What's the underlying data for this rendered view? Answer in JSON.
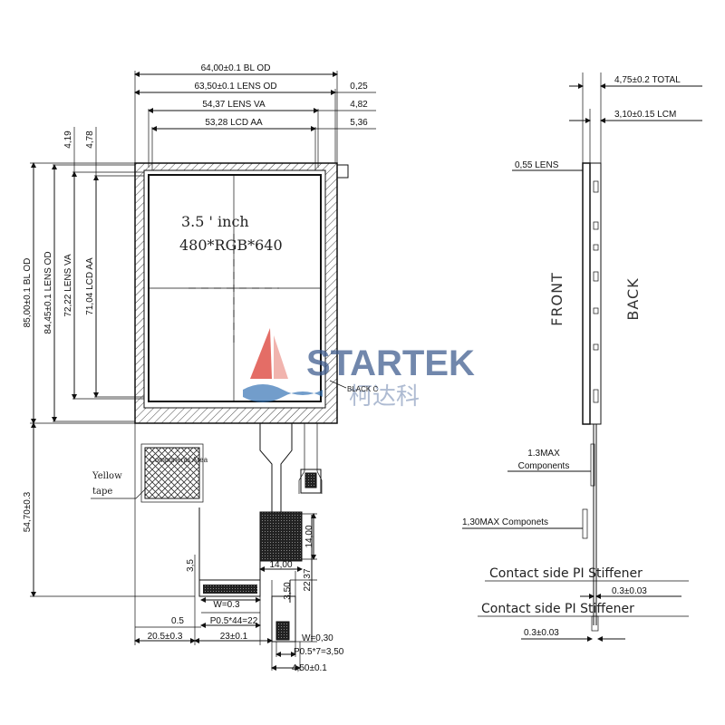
{
  "front_view": {
    "dimensions": {
      "bl_od_width": "64,00±0.1 BL OD",
      "lens_od_width": "63,50±0.1 LENS OD",
      "lens_va_width": "54,37 LENS VA",
      "lcd_aa_width": "53,28 LCD AA",
      "offset_025": "0,25",
      "offset_482": "4,82",
      "offset_536": "5,36",
      "offset_419": "4,19",
      "offset_478": "4,78",
      "bl_od_height": "85,00±0.1 BL OD",
      "lens_od_height": "84,45±0.1 LENS OD",
      "lens_va_height": "72,22 LENS VA",
      "lcd_aa_height": "71,04 LCD AA",
      "fpc_length": "54,70±0.3",
      "dim_35": "3,5",
      "dim_05": "0.5",
      "dim_205": "20.5±0.3",
      "dim_23": "23±0.1",
      "pitch_main": "P0.5*44=22",
      "width_main": "W=0.3",
      "dim_14_v": "14,00",
      "dim_14_h": "14,00",
      "dim_350": "3,50",
      "dim_2237": "22,37",
      "width_sub": "W=0,30",
      "pitch_sub": "P0.5*7=3,50",
      "dim_450": "4,50±0.1"
    },
    "screen_label_line1": "3.5 ' inch",
    "screen_label_line2": "480*RGB*640",
    "black_label": "BLACK C",
    "components_label": "Components Area",
    "yellow_tape_line1": "Yellow",
    "yellow_tape_line2": "tape"
  },
  "watermark": {
    "brand": "STARTEK",
    "brand_cn": "柯达科",
    "brand_color": "#3b5a8c",
    "logo_red": "#d9362b",
    "logo_blue": "#2f6fb3"
  },
  "side_view": {
    "total_thickness": "4,75±0.2 TOTAL",
    "lcm_thickness": "3,10±0.15 LCM",
    "lens_thickness": "0,55 LENS",
    "front_label": "FRONT",
    "back_label": "BACK",
    "components_max_line1": "1.3MAX",
    "components_max_line2": "Components",
    "componets_max": "1,30MAX Componets",
    "contact_side_1": "Contact side PI Stiffener",
    "stiffener_1": "0.3±0.03",
    "contact_side_2": "Contact side PI Stiffener",
    "stiffener_2": "0.3±0.03"
  }
}
